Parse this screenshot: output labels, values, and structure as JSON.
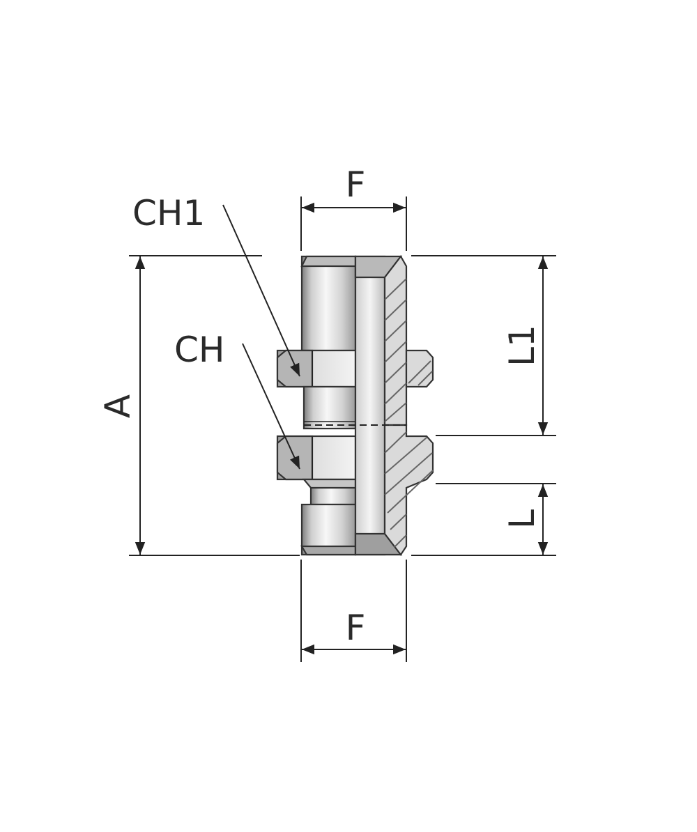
{
  "labels": {
    "f_top": "F",
    "f_bottom": "F",
    "ch1": "CH1",
    "ch": "CH",
    "a": "A",
    "l1": "L1",
    "l": "L"
  },
  "colors": {
    "line": "#222222",
    "metal_light": "#f2f2f2",
    "metal_mid": "#c9c9c9",
    "metal_dark": "#8a8a8a",
    "section_fill": "#d6d6d6"
  }
}
